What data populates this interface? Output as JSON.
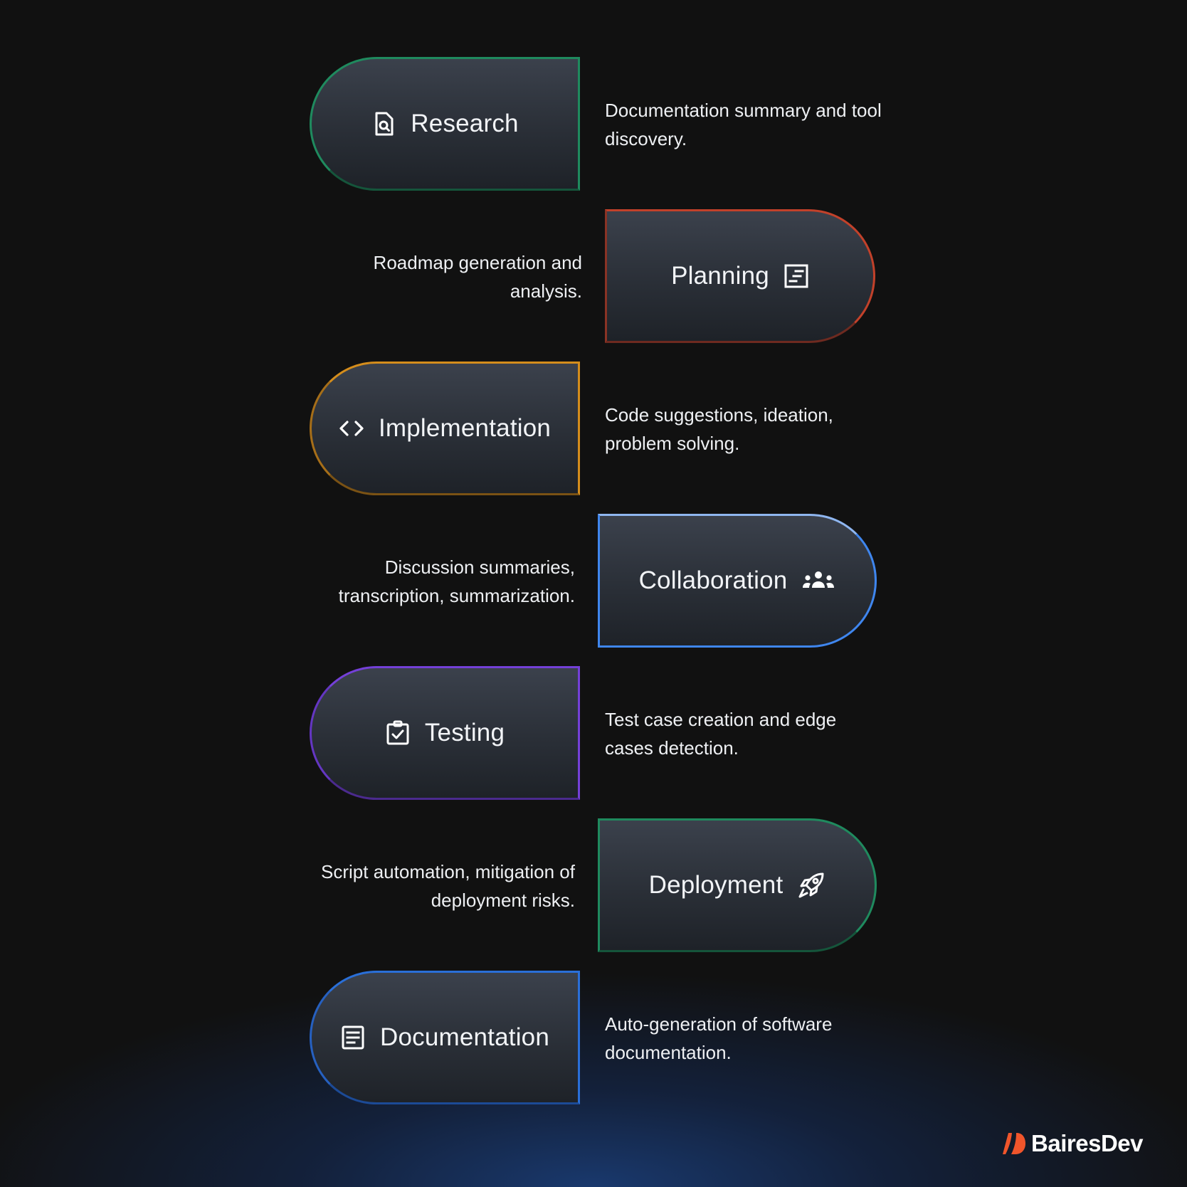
{
  "steps": [
    {
      "label": "Research",
      "description": "Documentation summary and tool discovery.",
      "icon": "document-search-icon",
      "border_color": "#1f8a5e"
    },
    {
      "label": "Planning",
      "description": "Roadmap generation and analysis.",
      "icon": "roadmap-doc-icon",
      "border_color": "#c2412a"
    },
    {
      "label": "Implementation",
      "description": "Code suggestions, ideation, problem solving.",
      "icon": "code-brackets-icon",
      "border_color": "#d48d1c"
    },
    {
      "label": "Collaboration",
      "description": "Discussion summaries, transcription, summarization.",
      "icon": "people-group-icon",
      "border_color": "#3f86ee"
    },
    {
      "label": "Testing",
      "description": "Test case creation and edge cases detection.",
      "icon": "clipboard-check-icon",
      "border_color": "#7440d8"
    },
    {
      "label": "Deployment",
      "description": "Script automation, mitigation of deployment risks.",
      "icon": "rocket-icon",
      "border_color": "#1f8a5e"
    },
    {
      "label": "Documentation",
      "description": "Auto-generation of software documentation.",
      "icon": "document-lines-icon",
      "border_color": "#2a6fd8"
    }
  ],
  "brand": {
    "name": "BairesDev",
    "accent": "#f0552b"
  }
}
